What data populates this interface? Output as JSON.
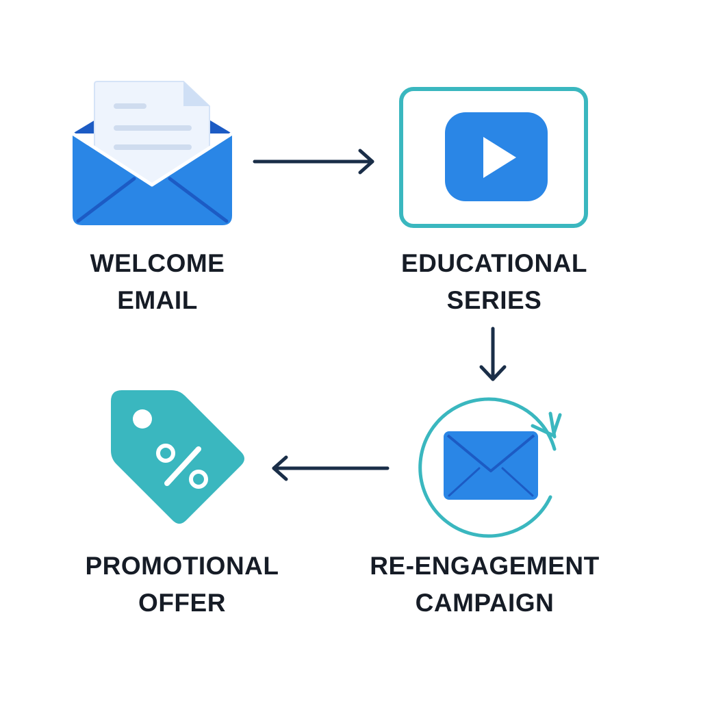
{
  "diagram": {
    "steps": [
      {
        "line1": "WELCOME",
        "line2": "EMAIL",
        "icon": "open-envelope-icon"
      },
      {
        "line1": "EDUCATIONAL",
        "line2": "SERIES",
        "icon": "video-play-icon"
      },
      {
        "line1": "RE-ENGAGEMENT",
        "line2": "CAMPAIGN",
        "icon": "envelope-refresh-icon"
      },
      {
        "line1": "PROMOTIONAL",
        "line2": "OFFER",
        "icon": "discount-tag-icon"
      }
    ],
    "flow": [
      "right",
      "down",
      "left"
    ]
  },
  "colors": {
    "blue": "#2a86e6",
    "dark_blue": "#1c5bc4",
    "teal": "#3ab7bf",
    "arrow": "#1a2e48",
    "text": "#161c26",
    "paper": "#eef4fd"
  }
}
